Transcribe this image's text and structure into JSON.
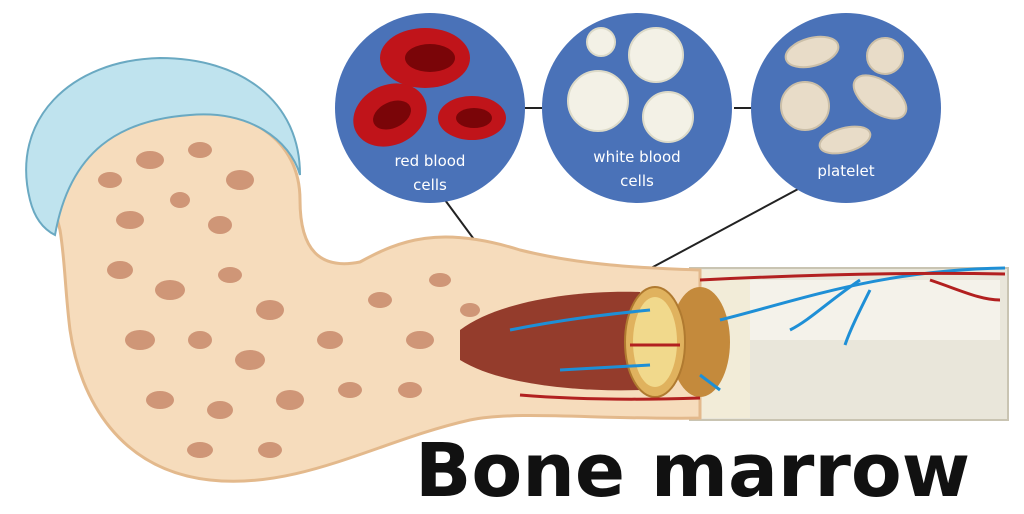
{
  "title": "Bone marrow",
  "cells": [
    {
      "label_line1": "red blood",
      "label_line2": "cells"
    },
    {
      "label_line1": "white blood",
      "label_line2": "cells"
    },
    {
      "label_line1": "platelet",
      "label_line2": ""
    }
  ],
  "colors": {
    "circle": "#4a72b8",
    "red_cell": "#c0141a",
    "white_cell": "#f3f1e6",
    "platelet": "#e8dcc8",
    "bone": "#f6dcbc",
    "spongy": "#c98a6b",
    "cartilage": "#bfe3ee",
    "marrow": "#8a2a1c",
    "vessel_blue": "#1e8fd6",
    "vessel_red": "#b22020"
  }
}
